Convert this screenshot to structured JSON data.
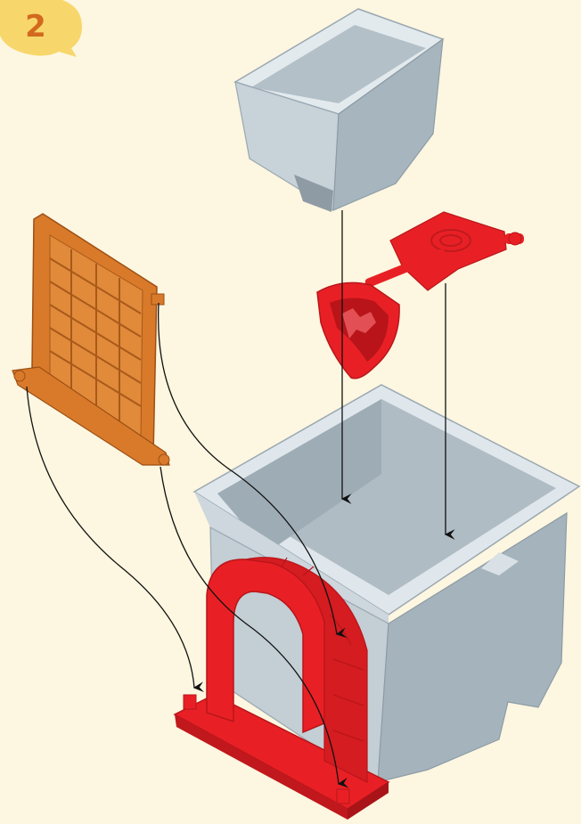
{
  "step": {
    "number": "2",
    "badge_color": "#f7d76b",
    "number_color": "#d2691e"
  },
  "parts": {
    "top_block": "grey-box-part",
    "flag": "red-flag-part",
    "shield": "red-shield-part",
    "door": "orange-door-part",
    "tower": "grey-tower-part",
    "arch": "red-arch-part"
  },
  "colors": {
    "background": "#fdf6e0",
    "grey_part": "#c9d4dc",
    "red_part": "#e82025",
    "orange_part": "#d97a2b",
    "arrow": "#111111"
  }
}
